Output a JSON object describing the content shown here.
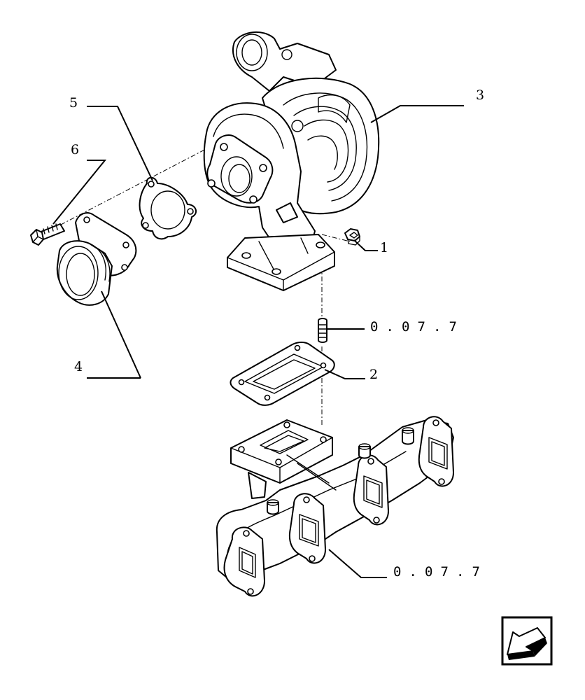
{
  "diagram": {
    "callouts": {
      "c1": "1",
      "c2": "2",
      "c3": "3",
      "c4": "4",
      "c5": "5",
      "c6": "6"
    },
    "references": {
      "stud_ref": "0 . 0 7 . 7",
      "manifold_ref": "0 . 0 7 . 7"
    }
  },
  "navigation": {
    "icon": "arrow-back-icon"
  },
  "colors": {
    "ink": "#000000",
    "paper": "#ffffff"
  }
}
